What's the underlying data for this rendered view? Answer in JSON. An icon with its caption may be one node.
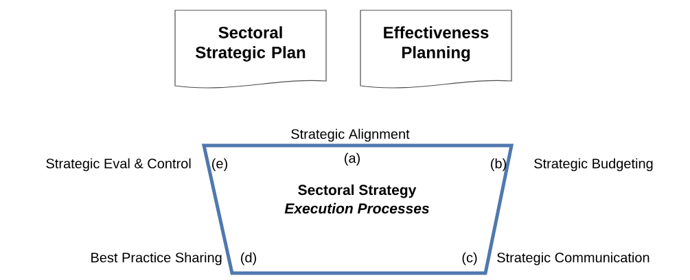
{
  "diagram": {
    "nodes": [
      {
        "text": [
          "Sectoral Strategic Plan"
        ]
      },
      {
        "text": [
          "Effectiveness Planning"
        ]
      },
      {
        "text": [
          "Sectoral Strategy",
          "Execution Processes"
        ]
      }
    ],
    "labels": [
      "Strategic Alignment",
      "Strategic Eval & Control",
      "(e)",
      "(a)",
      "(b)",
      "Strategic Budgeting",
      "Best Practice Sharing",
      "(d)",
      "(c)",
      "Strategic Communication"
    ]
  }
}
